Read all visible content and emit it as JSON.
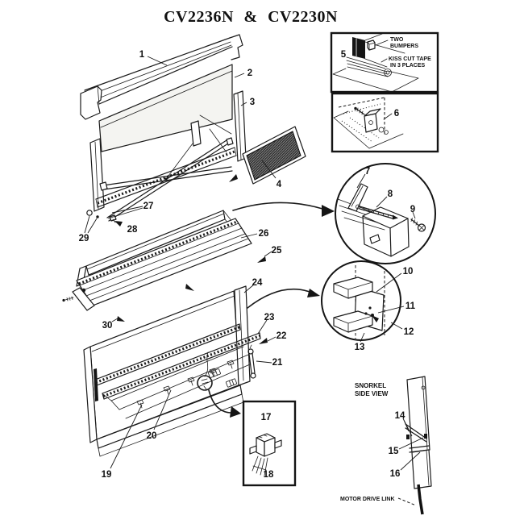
{
  "page": {
    "title": "CV2236N & CV2230N"
  },
  "colors": {
    "ink": "#1a1a1a",
    "paper": "#ffffff",
    "grille_fill": "#2b2b2b"
  },
  "callouts": {
    "c1": "1",
    "c2": "2",
    "c3": "3",
    "c4": "4",
    "c5": "5",
    "c6": "6",
    "c7": "7",
    "c8": "8",
    "c9": "9",
    "c10": "10",
    "c11": "11",
    "c12": "12",
    "c13": "13",
    "c14": "14",
    "c15": "15",
    "c16": "16",
    "c17": "17",
    "c18": "18",
    "c19": "19",
    "c20": "20",
    "c21": "21",
    "c22": "22",
    "c23": "23",
    "c24": "24",
    "c25": "25",
    "c26": "26",
    "c27": "27",
    "c28": "28",
    "c29": "29",
    "c30": "30"
  },
  "inset_bumpers": {
    "line1": "TWO",
    "line2": "BUMPERS",
    "line3": "KISS CUT TAPE",
    "line4": "IN 3 PLACES"
  },
  "snorkel": {
    "heading1": "SNORKEL",
    "heading2": "SIDE VIEW",
    "caption": "MOTOR DRIVE LINK"
  }
}
